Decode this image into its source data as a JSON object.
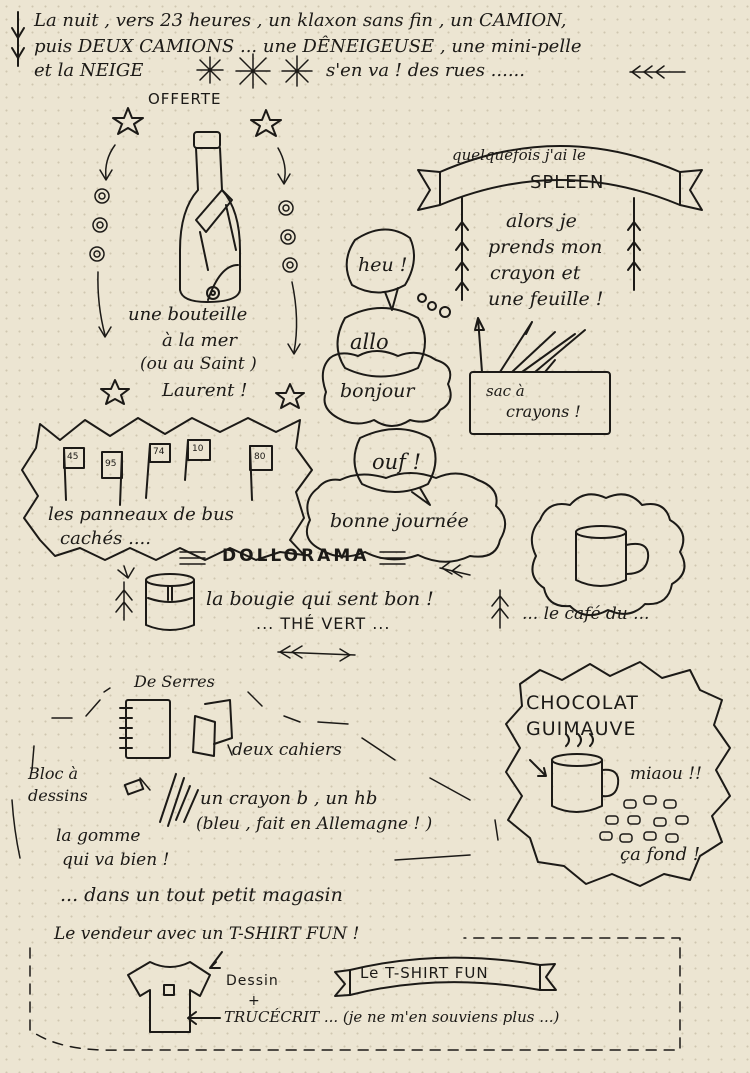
{
  "header": {
    "line1": "La nuit , vers 23 heures , un klaxon sans fin , un CAMION,",
    "line2": "puis DEUX CAMIONS ... une DÊNEIGEUSE , une mini-pelle",
    "line3a": "et la NEIGE",
    "line3b": "s'en va ! des rues ......"
  },
  "bottle": {
    "label_top": "OFFERTE",
    "caption1": "une bouteille",
    "caption2": "à la mer",
    "caption3": "(ou au Saint )",
    "caption4": "Laurent !"
  },
  "spleen": {
    "banner_line1": "quelquefois j'ai le",
    "banner_line2": "SPLEEN",
    "text1": "alors je",
    "text2": "prends mon",
    "text3": "crayon et",
    "text4": "une feuille !"
  },
  "bubbles": {
    "heu": "heu !",
    "allo": "allo",
    "bonjour": "bonjour",
    "ouf": "ouf !",
    "bonne": "bonne journée"
  },
  "pencil_case": {
    "line1": "sac à",
    "line2": "crayons !"
  },
  "bus_signs": {
    "numbers": [
      "45",
      "95",
      "74",
      "10",
      "80"
    ],
    "caption1": "les panneaux de bus",
    "caption2": "cachés ...."
  },
  "dollorama": {
    "name": "DOLLORAMA"
  },
  "candle": {
    "line1": "la bougie qui sent bon !",
    "line2": "... THÉ VERT ..."
  },
  "cafe": {
    "label": "... le café du ..."
  },
  "shop": {
    "de_serres": "De Serres",
    "bloc1": "Bloc à",
    "bloc2": "dessins",
    "cahiers": "deux cahiers",
    "crayon1": "un crayon b , un hb",
    "crayon2": "(bleu , fait en Allemagne ! )",
    "gomme1": "la gomme",
    "gomme2": "qui va bien !",
    "petit_magasin": "... dans un tout petit magasin"
  },
  "chocolat": {
    "line1": "CHOCOLAT",
    "line2": "GUIMAUVE",
    "miaou": "miaou !!",
    "fond": "ça fond !"
  },
  "tshirt": {
    "vendeur": "Le vendeur avec un T-SHIRT FUN !",
    "dessin": "Dessin",
    "plus": "+",
    "truc": "TRUCÉCRIT ... (je ne m'en souviens plus ...)",
    "banner": "Le T-SHIRT FUN"
  }
}
